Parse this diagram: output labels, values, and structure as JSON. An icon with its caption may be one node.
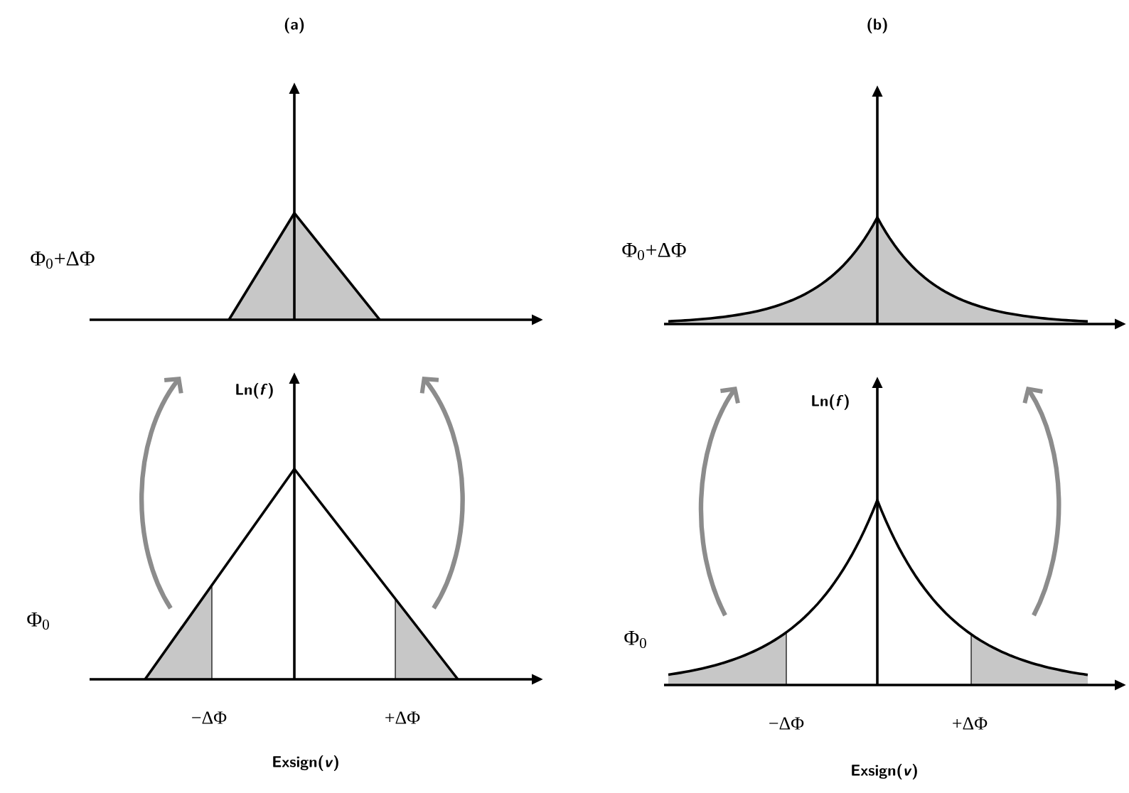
{
  "diagram": {
    "labels": [
      "(a)",
      "(b)",
      "Φ$_{0}$+ΔΦ",
      "Φ$_{0}$+ΔΦ",
      "Ln(*f*)",
      "Ln(*f*)",
      "Φ$_{0}$",
      "Φ$_{0}$",
      "−ΔΦ",
      "+ΔΦ",
      "−ΔΦ",
      "+ΔΦ",
      "Exsign(*v*)",
      "Exsign(*v*)"
    ]
  }
}
